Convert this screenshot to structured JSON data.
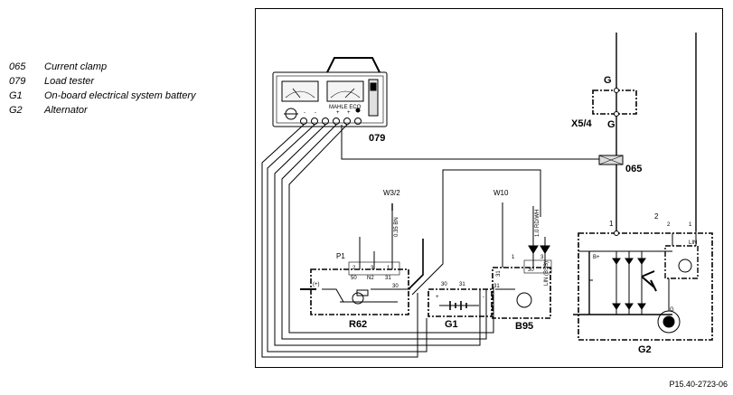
{
  "legend": [
    {
      "code": "065",
      "text": "Current clamp"
    },
    {
      "code": "079",
      "text": "Load tester"
    },
    {
      "code": "G1",
      "text": "On-board electrical system battery"
    },
    {
      "code": "G2",
      "text": "Alternator"
    }
  ],
  "diagram": {
    "labels": {
      "load_tester": "079",
      "current_clamp": "065",
      "connector": "X5/4",
      "connector_pin_top": "G",
      "connector_pin_bottom": "G",
      "r62": "R62",
      "battery": "G1",
      "b95": "B95",
      "alternator": "G2",
      "w32": "W3/2",
      "w10": "W10",
      "wire_035bn": "0.35 BN",
      "wire_10rdwh": "1.0 RD/WH",
      "p1": "P1",
      "lin": "LIN",
      "b_plus": "B+",
      "g_label": "G"
    },
    "pins": {
      "r62_2": "2",
      "r62_3": "3",
      "r62_1": "1",
      "r62_50": "50",
      "r62_n2": "N2",
      "r62_31": "31",
      "r62_30": "30",
      "r62_plus": "(+)",
      "g1_30": "30",
      "g1_31": "31",
      "b95_1": "1",
      "b95_3": "3",
      "b95_31a": "31",
      "b95_31b": "31",
      "b95_30": "30",
      "b95_lin": "LIN (BSS)",
      "g2_1": "1",
      "g2_2": "2",
      "g2_2b": "2",
      "g2_1b": "1",
      "battery_plus": "+",
      "battery_minus": "-"
    },
    "tester": {
      "brand": "MAHLE ECO",
      "terminal_signs": [
        "-",
        "-",
        "+",
        "+"
      ]
    }
  },
  "reference": "P15.40-2723-06"
}
